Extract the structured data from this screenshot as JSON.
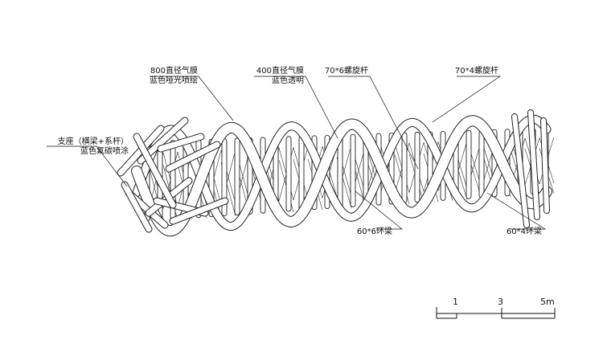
{
  "labels": {
    "film_800_line1": "800直径气膜",
    "film_800_line2": "蓝色哑光喷绘",
    "film_400_line1": "400直径气膜",
    "film_400_line2": "蓝色透明",
    "rod_70x6": "70*6螺旋杆",
    "rod_70x4": "70*4螺旋杆",
    "support_line1": "支座（横梁+系杆）",
    "support_line2": "蓝色氟碳喷涂",
    "ring_60x6": "60*6环梁",
    "ring_60x4": "60*4环梁"
  },
  "scale_bar": {
    "tick_1": "1",
    "tick_3": "3",
    "tick_5": "5m"
  },
  "colors": {
    "stroke": "#222222",
    "fill": "#ffffff"
  }
}
